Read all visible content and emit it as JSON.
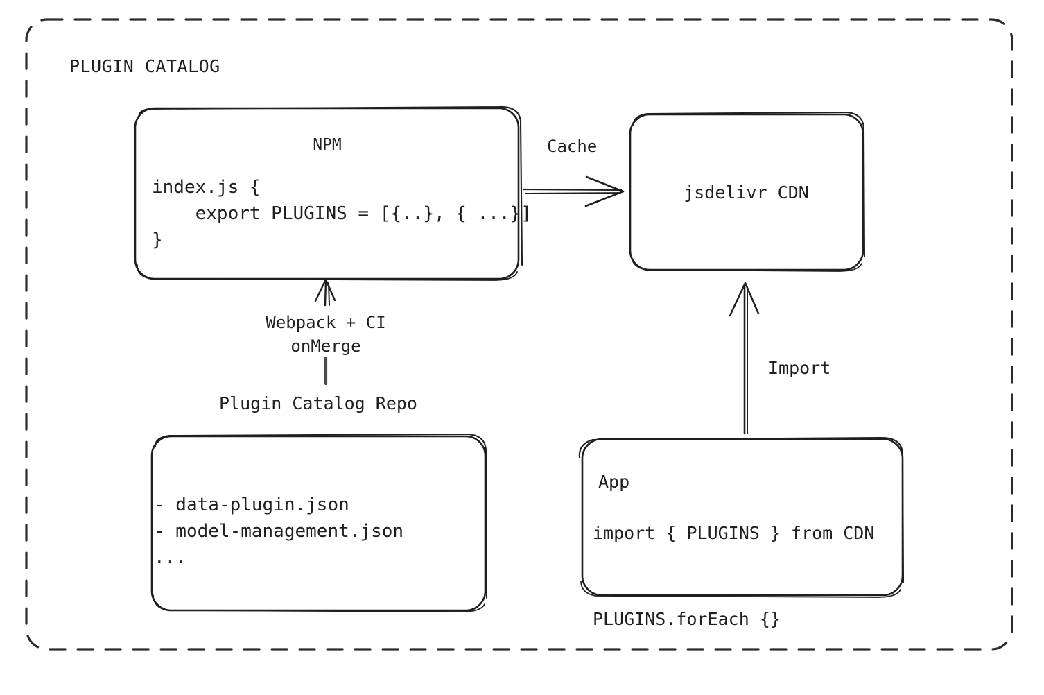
{
  "group": {
    "title": "PLUGIN CATALOG",
    "border_style": "dashed",
    "border_color": "#2b2b2b"
  },
  "nodes": {
    "npm": {
      "title": "NPM",
      "code": "index.js {\n    export PLUGINS = [{..}, { ...}]\n}"
    },
    "cdn": {
      "title": "jsdelivr CDN"
    },
    "repo": {
      "caption": "Plugin Catalog Repo",
      "items": "- data-plugin.json\n- model-management.json\n..."
    },
    "app": {
      "title": "App",
      "code": "import { PLUGINS } from CDN\n\nPLUGINS.forEach {}"
    }
  },
  "edges": {
    "cache": {
      "label": "Cache",
      "from": "npm",
      "to": "cdn",
      "direction": "right"
    },
    "build": {
      "label": "Webpack + CI\nonMerge",
      "from": "repo",
      "to": "npm",
      "direction": "up"
    },
    "import": {
      "label": "Import",
      "from": "app",
      "to": "cdn",
      "direction": "up"
    }
  },
  "colors": {
    "ink": "#1f1f1f",
    "stroke": "#2b2b2b",
    "background": "#ffffff"
  }
}
